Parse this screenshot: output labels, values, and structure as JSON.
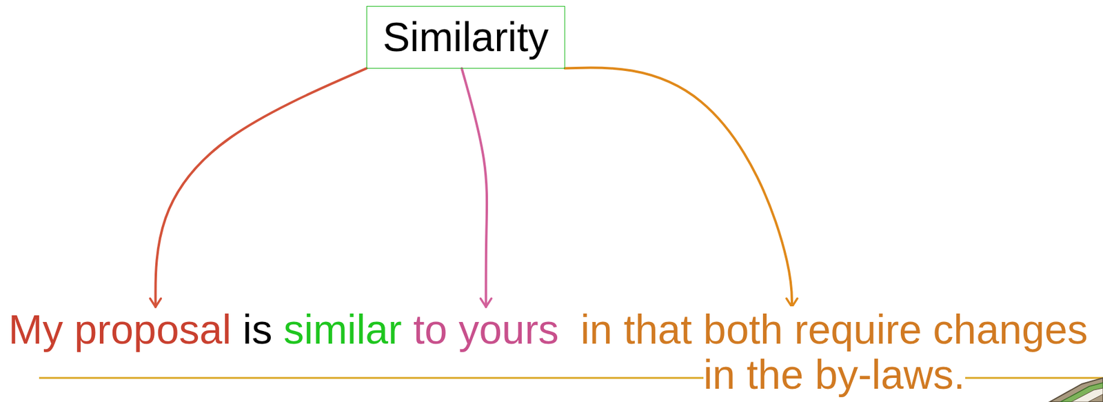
{
  "diagram": {
    "nodes": [
      {
        "text": [
          "Similarity"
        ]
      },
      {
        "text": [
          "My proposal"
        ]
      },
      {
        "text": [
          "to yours"
        ]
      },
      {
        "text": [
          "in that both require changes in the by-laws."
        ]
      }
    ],
    "edges": [
      {
        "from": 0,
        "to": 1,
        "arrow": "to"
      },
      {
        "from": 0,
        "to": 2,
        "arrow": "to"
      },
      {
        "from": 0,
        "to": 3,
        "arrow": "to"
      }
    ],
    "labels": [
      "is",
      "similar"
    ]
  }
}
